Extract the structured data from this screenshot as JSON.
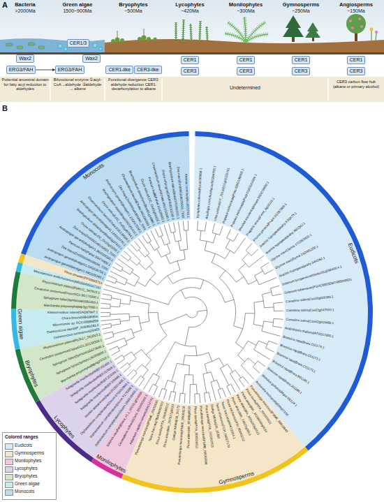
{
  "diagram": {
    "nodes": [
      {
        "text": [
          "Wax2"
        ]
      },
      {
        "text": [
          "ERG3/FAH"
        ]
      },
      {
        "text": [
          "CER1/3"
        ]
      },
      {
        "text": [
          "ERG3/FAH"
        ]
      },
      {
        "text": [
          "Wax2"
        ]
      },
      {
        "text": [
          "CER1-like"
        ]
      },
      {
        "text": [
          "CER3-like"
        ]
      },
      {
        "text": [
          "CER1"
        ]
      },
      {
        "text": [
          "CER3"
        ]
      },
      {
        "text": [
          "CER1"
        ]
      },
      {
        "text": [
          "CER3"
        ]
      },
      {
        "text": [
          "CER1"
        ]
      },
      {
        "text": [
          "CER3"
        ]
      },
      {
        "text": [
          "CER1"
        ]
      },
      {
        "text": [
          "CER3"
        ]
      }
    ],
    "edges": [
      {
        "from": 1,
        "to": 3,
        "arrow": "to"
      }
    ],
    "labels": [
      "A",
      "Bacteria",
      ">2000Ma",
      "Green algae",
      "1500~900Ma",
      "Bryophytes",
      "~500Ma",
      "Lycophytes",
      "~420Ma",
      "Monilophytes",
      "~300Ma",
      "Gymnosperms",
      "~250Ma",
      "Angiosperms",
      "~150Ma",
      "Potiential ancestral domain for fatty acyl reduction to aldehydes",
      "Bifunctional enzyme ①acyl-CoA→aldehyde ②aldehyde → alkene",
      "Functional divergence CER3: aldehyde reduction CER1: decarboxylation to alkane",
      "Undetermined",
      "CER3 carbon flow hub (alkane or primary alcohol)",
      "B",
      "Monocots",
      "Eudicots",
      "Gymnosperms",
      "Monilophytes",
      "Lycophytes",
      "Bryophytes",
      "Green algae",
      "Colored ranges",
      "Pinus pinaster|PP00082714",
      "Andropogon gerardii|AndgeV1.04G035240.1",
      "Andropogon gerardii|AndgeV1.04G035750.1",
      "Zea mays|Zm00001eb168590_T001",
      "Panicum hallii|Pahal.3G474800.1",
      "Andropogon gerardii|AndgeV1.26G023330.1",
      "Zea mays|Zm00001eb142820_T001",
      "Oryza sativa|LOC_Os10g33250.1",
      "Brachypodium distachyon|Bradi3g37920.1",
      "Andropogon gerardii|AndgeV1.12G015770.1",
      "Chasmanthium laxum|Chala.01G139500.1",
      "Oryza sativa|LOC_Os02g40784.1",
      "Brachypodium stacei|Brast08G165400.1",
      "Andropogon gerardii|AndgeV1.21G017230.1",
      "Zea mays|Zm00001eb381840_T001",
      "Chasmanthium laxum|Chala.06G286000.1",
      "Brachypodium distachyon|Bradi1g24860.1",
      "Oryza sativa|LOC_Os02g56920.1",
      "Panicum hallii|Pahal.1G420600.1",
      "Chasmanthium laxum|Chala.09G131100.1",
      "Oryza rufipogon|ORUFI03G11210.1",
      "Brachypodium stacei|Brast07G081900.1",
      "Zea mays|Zm00001eb075510_T002",
      "Ananas comosus|Aco015743.1",
      "Nymphaea colorata|Nycol.I00958.1",
      "Aquilegia coerulea|Aqcoe5G284700.1",
      "Vitis vinifera|VIT_201s0011g02220.t01",
      "Populus trichocarpa|Potri.006G198400.1",
      "Populus trichocarpa|Potri.016G103300.1",
      "Manihot esculenta|Manes.09G078800.1",
      "Fragaria vesca|FvH4_4g18110.1",
      "Prunus persica|Prupe.1G297800.1",
      "Arachis hypogaea|arahy.X3QK7Y.1",
      "Arachis hypogaea|arahy.36DQ6J.1",
      "Glycine max|Glyma.17G083300.1",
      "Glycine max|Glyma.13G091200.1",
      "Arachis hypogaea|arahy.34AD62.1",
      "Solanum lycopersicum|Solyc01g088400.4.1",
      "Solanum tuberosum|PGSC0003DMT400048921",
      "Camelina sativa|Csa20g026380.1",
      "Camelina sativa|Csa11g047000.1",
      "Camelina sativa|Csa02g016480.1",
      "Arabidopsis thaliana|AT5G57800.1",
      "Brassica rapa|Brara.C01174.1",
      "Brassica rapa|Brara.C01172.1",
      "Brassica rapa|Brara.C01173.1",
      "Brassica rapa|Brara.B01180.1",
      "Brassica rapa|Brara.J01188.1",
      "Mimulus guttatus|Migut.I00124.1",
      "Amborella trichopoda|ERN07156",
      "Pseudotsuga menziesii|PSME_00016943",
      "Pinus taeda|PITA_000005621",
      "Picea abies|MA_10266580g0010",
      "Picea abies|MA_8006203g0010",
      "Picea abies|MA_19423g0010",
      "Picea sitchensis|PSI_00043212",
      "Taxus baccata|AHK12004.1",
      "Taxus chinensis|TCH_00027170",
      "Ginkgo biloba|Gb_11382",
      "Pinus taeda|PITA_000062703",
      "Pseudotsuga menziesii|PSME_00043286",
      "Pinus taeda|PITA_000028611",
      "Picea abies|MA_97480g0010",
      "Pseudotsuga menziesii|PSME_00003216",
      "Ginkgo biloba|Gb_30172",
      "Picea abies|MA_207517g0010",
      "Pinus taeda|PITA_000036512",
      "Taxus baccata|TBA00002322",
      "Pseudotsuga menziesii|PSME_00052681",
      "Adiantum capillus-veneris|Adc12741",
      "Ceratopteris richardii|Ceric.30G000300.1",
      "Salvinia cucullata|Sacu_v1.1_s0010.g004836",
      "Diphasiastrum complanatum|Dicom.16G016400.1",
      "Diphasiastrum complanatum|Dicom.Y175200.1",
      "Diphasiastrum complanatum|Dicom.07G013900.1",
      "Isoetes taiwanensis|Itaiw.01G021600.1",
      "Selaginella moellendorffii|EFJ29446.1",
      "Selaginella moellendorffii|EFJ23186.1",
      "Selaginella moellendorffii|EFJ12508.1",
      "Selaginella moellendorffii|EFJ31406.1",
      "Marchantia polymorpha|Mp4g23310.1",
      "Sphagnum fallax|Sphfalx13G008800.1",
      "Sphagnum fallax|Sphfalx01G073500.1",
      "Ceratodon purpureus|CepurGG1.3G132300.1",
      "Physcomitrium patens|Pp3c17_3410V3.1",
      "Ostreococcus lucimarinus|26403",
      "Ostreococcus tauri|XP_003081683.2",
      "Micromonas sp. RCC299|86858",
      "Chara braunii|GBG86856",
      "Klebsormidium nitens|GAQ87997.1",
      "Marchantia polymorpha|Mp3g17080.1",
      "Sphagnum fallax|Sphfalx06G081400.1",
      "Ceratodon purpureus|CepurGG1.9G170200.1",
      "Physcomitrium patens|Pp6c11_3470V3.1",
      "Mesotaenium endlicherianum|ME000435S07281"
    ],
    "legend": [
      {
        "text": "Eudicots",
        "color": "#d6eaf7"
      },
      {
        "text": "Gymnosperms",
        "color": "#f5e6c8"
      },
      {
        "text": "Monilophytes",
        "color": "#f1c9df"
      },
      {
        "text": "Lycophytes",
        "color": "#ddd2ec"
      },
      {
        "text": "Bryophytes",
        "color": "#d2e6c9"
      },
      {
        "text": "Green algae",
        "color": "#c6ecf2"
      },
      {
        "text": "Monocots",
        "color": "#bcdcf2"
      }
    ]
  }
}
